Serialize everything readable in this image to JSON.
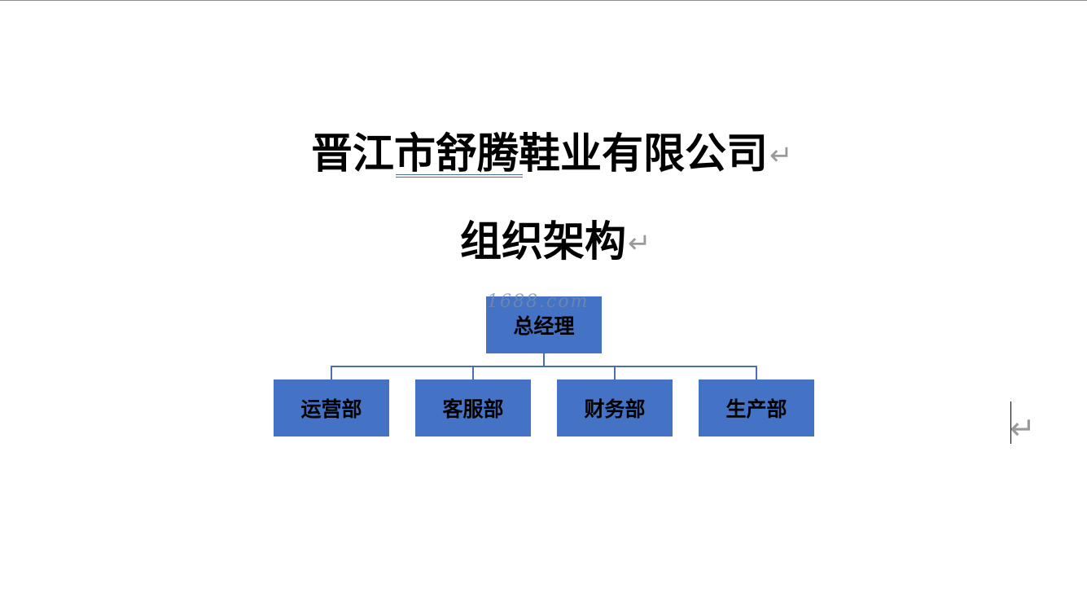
{
  "document": {
    "title_line_1": "晋江市舒腾鞋业有限公司",
    "title_line_2": "组织架构",
    "paragraph_mark": "↵"
  },
  "org_chart": {
    "root": "总经理",
    "children": [
      "运营部",
      "客服部",
      "财务部",
      "生产部"
    ],
    "box_color": "#4472c4",
    "line_color": "#4a6fb0"
  },
  "watermark": {
    "text": "1688.com"
  }
}
